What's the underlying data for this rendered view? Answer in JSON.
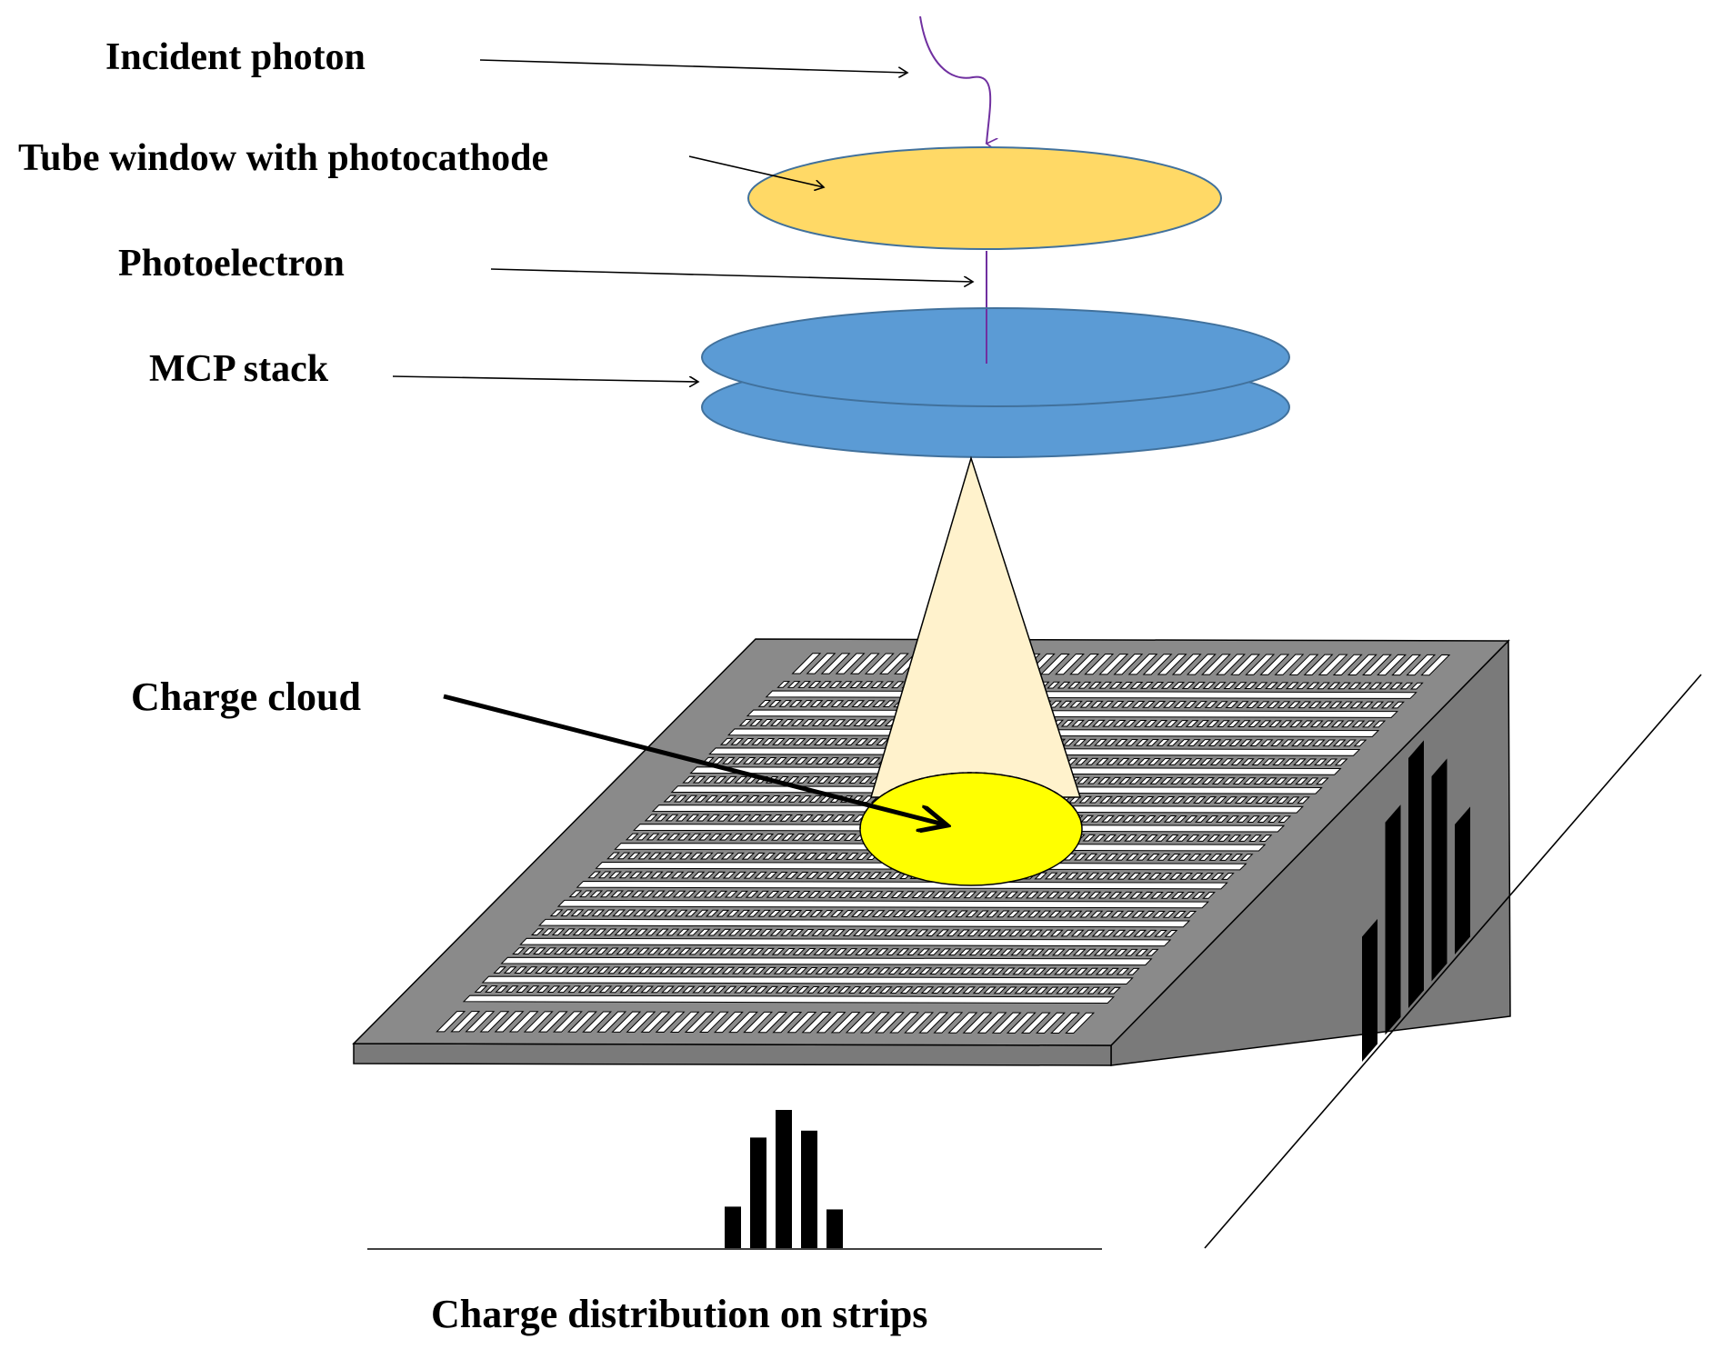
{
  "labels": {
    "incident_photon": "Incident photon",
    "tube_window": "Tube window with photocathode",
    "photoelectron": "Photoelectron",
    "mcp_stack": "MCP stack",
    "charge_cloud": "Charge cloud",
    "charge_distribution": "Charge distribution on strips"
  },
  "colors": {
    "photocathode": "#FFD966",
    "mcp": "#5B9BD5",
    "cone": "#FFF2CC",
    "charge_cloud": "#FFFF00",
    "board": "#808080",
    "photon_path": "#7030A0"
  },
  "distributions": {
    "horizontal_strips": [
      0.3,
      0.8,
      1.0,
      0.85,
      0.28
    ],
    "vertical_strips": [
      0.5,
      0.85,
      1.0,
      0.82,
      0.52
    ]
  }
}
